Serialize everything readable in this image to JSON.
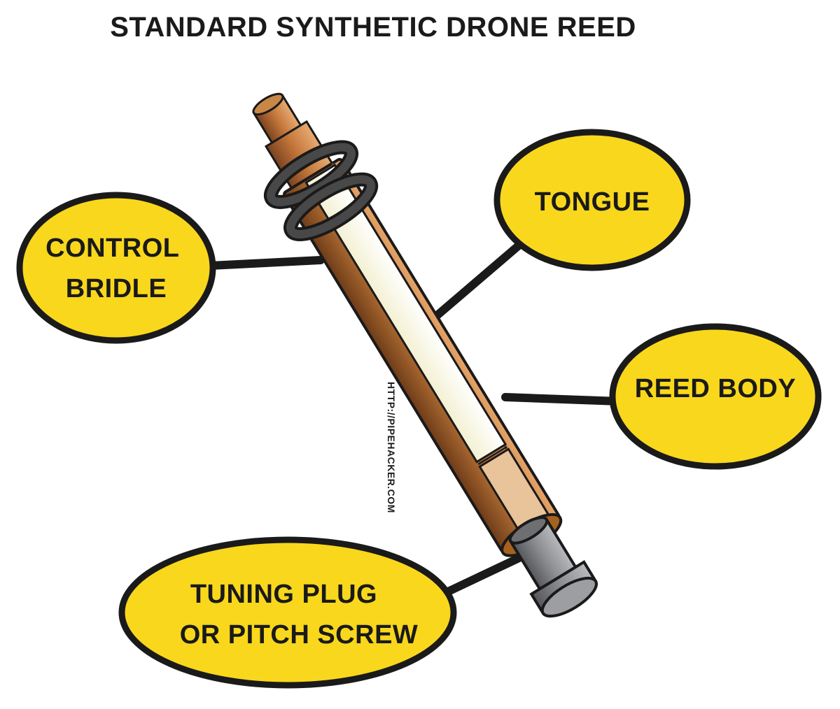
{
  "title": "STANDARD SYNTHETIC DRONE REED",
  "labels": {
    "control_bridle": [
      "CONTROL",
      "BRIDLE"
    ],
    "tongue": [
      "TONGUE"
    ],
    "reed_body": [
      "REED BODY"
    ],
    "tuning_plug": [
      "TUNING PLUG",
      "OR PITCH SCREW"
    ]
  },
  "credit": "HTTP://PIPEHACKER.COM",
  "colors": {
    "bubble_fill": "#f9d71c",
    "outline": "#1a1a1a",
    "reed_body": "#c07838",
    "tongue": "#fbfae8",
    "bridle": "#3a3a3a",
    "tuning_plug": "#8a8c90"
  }
}
